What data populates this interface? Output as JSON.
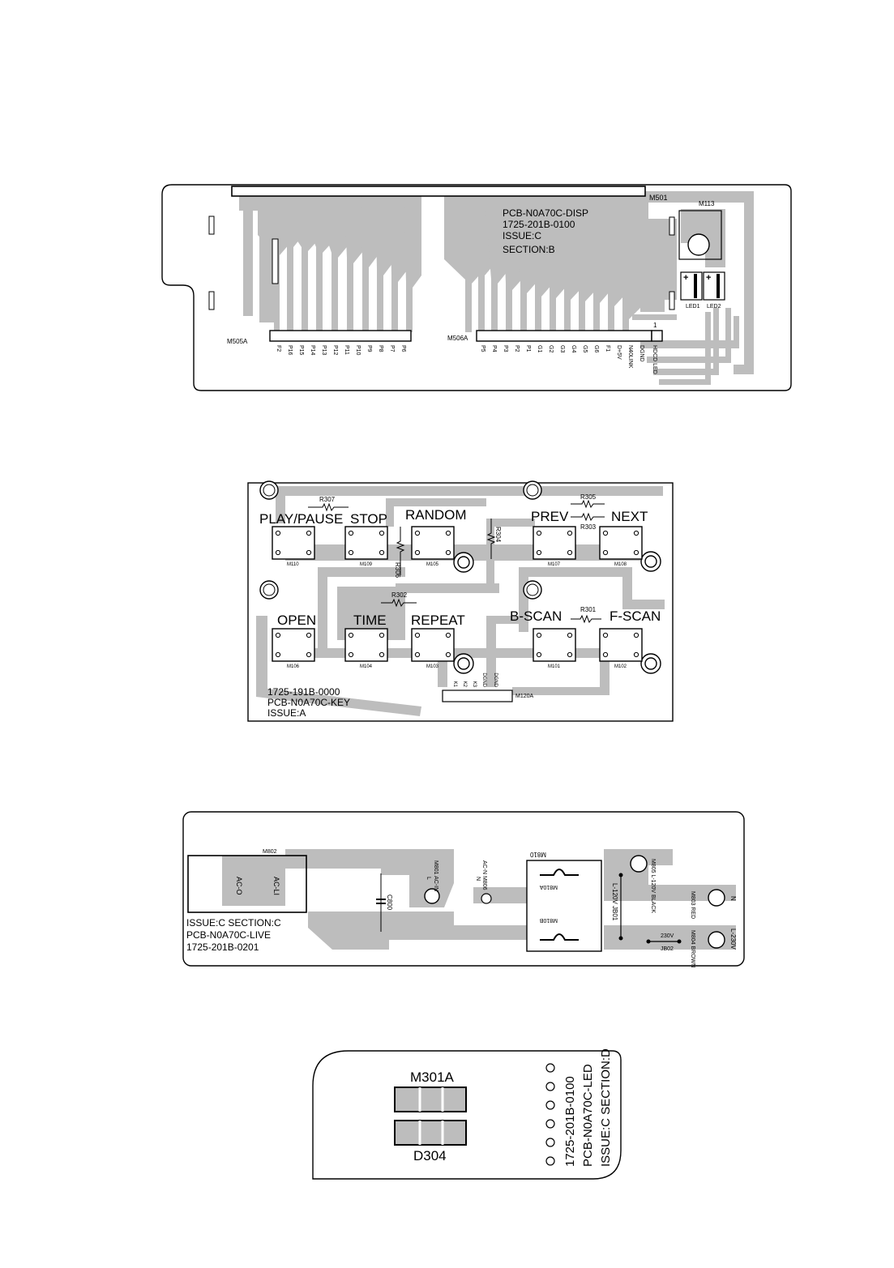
{
  "disp_board": {
    "name": "PCB-N0A70C-DISP",
    "part_no": "1725-201B-0100",
    "issue": "ISSUE:C",
    "section": "SECTION:B",
    "conn_top": "M501",
    "m113": "M113",
    "led1": "LED1",
    "led2": "LED2",
    "plus": "+",
    "pin1": "1",
    "conn_left": "M505A",
    "conn_right": "M506A",
    "left_pins": [
      "F2",
      "P16",
      "P15",
      "P14",
      "P13",
      "P12",
      "P11",
      "P10",
      "P9",
      "P8",
      "P7",
      "P6"
    ],
    "right_pins": [
      "P5",
      "P4",
      "P3",
      "P2",
      "P1",
      "G1",
      "G2",
      "G3",
      "G4",
      "G5",
      "G6",
      "F1",
      "D+5V",
      "N40LINK",
      "DGND",
      "HDCD LED"
    ]
  },
  "key_board": {
    "row1_labels": [
      "PLAY/PAUSE",
      "STOP",
      "RANDOM",
      "PREV",
      "NEXT"
    ],
    "row2_labels": [
      "OPEN",
      "TIME",
      "REPEAT",
      "B-SCAN",
      "F-SCAN"
    ],
    "row1_ids": [
      "M110",
      "M109",
      "M105",
      "M107",
      "M108"
    ],
    "row2_ids": [
      "M106",
      "M104",
      "M103",
      "M101",
      "M102"
    ],
    "resistors": [
      "R307",
      "R306",
      "R304",
      "R305",
      "R303",
      "R302",
      "R301"
    ],
    "connector": "M120A",
    "conn_pins": [
      "K1",
      "K2",
      "K3",
      "DGND",
      "DGND"
    ],
    "part_no": "1725-191B-0000",
    "name": "PCB-N0A70C-KEY",
    "issue": "ISSUE:A"
  },
  "live_board": {
    "m802": "M802",
    "ac_o": "AC-O",
    "ac_li": "AC-LI",
    "c800": "C800",
    "m801": "M801 AC-IN",
    "m801_l": "L",
    "m806": "AC-N M806",
    "m806_n": "N",
    "m810": "M810",
    "m810a": "M810A",
    "m810b": "M810B",
    "jb01": "L-120V JB01",
    "jb02": "JB02",
    "v230": "230V",
    "m805": "M805 L-120V BLACK",
    "m803": "M803 RED",
    "n": "N",
    "m804": "M804 BROWN",
    "l230": "L-230V",
    "issue": "ISSUE:C SECTION:C",
    "name": "PCB-N0A70C-LIVE",
    "part_no": "1725-201B-0201"
  },
  "led_board": {
    "m301a": "M301A",
    "d304": "D304",
    "part_no": "1725-201B-0100",
    "name": "PCB-N0A70C-LED",
    "issue": "ISSUE:C SECTION:D"
  }
}
